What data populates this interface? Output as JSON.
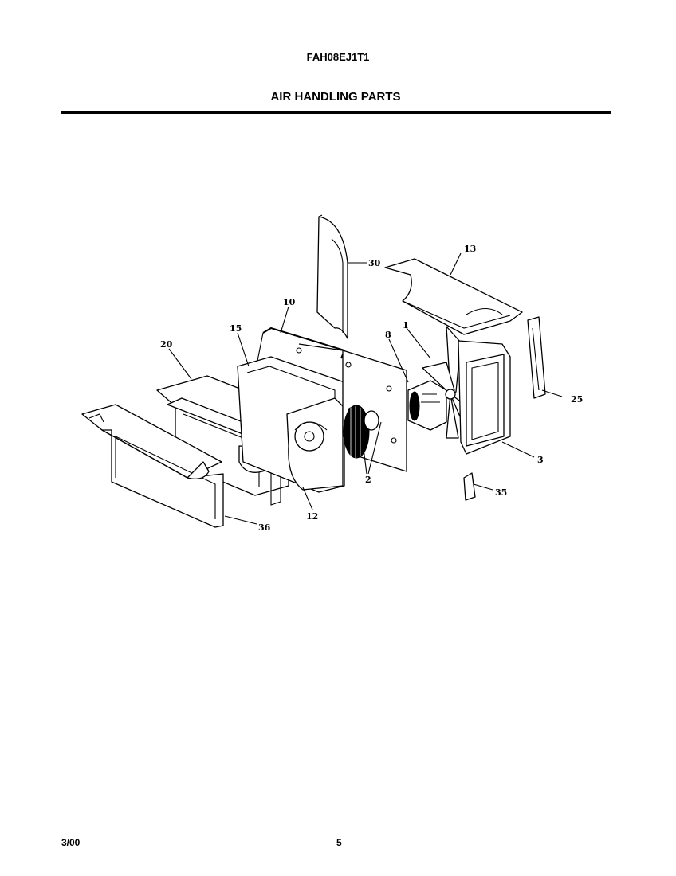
{
  "header": {
    "model": "FAH08EJ1T1",
    "title": "AIR HANDLING PARTS"
  },
  "footer": {
    "date": "3/00",
    "page": "5"
  },
  "callouts": {
    "c30": "30",
    "c13": "13",
    "c10": "10",
    "c15": "15",
    "c8": "8",
    "c1": "1",
    "c20": "20",
    "c25": "25",
    "c3": "3",
    "c2": "2",
    "c35": "35",
    "c12": "12",
    "c36": "36"
  }
}
